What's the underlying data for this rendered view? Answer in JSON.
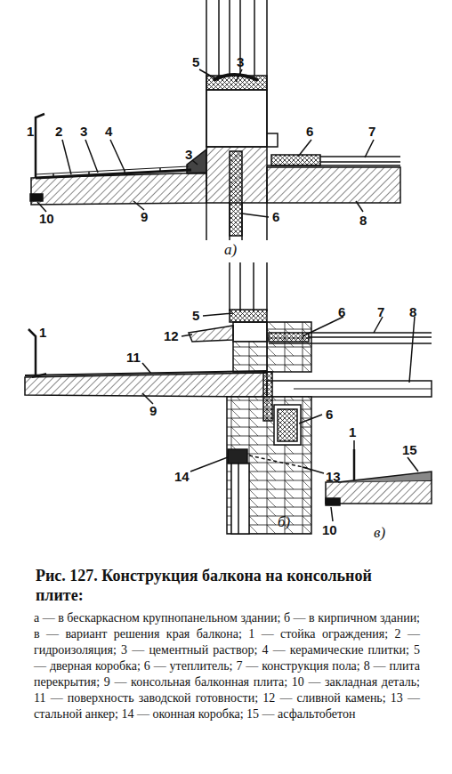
{
  "diagram": {
    "caption": "Рис. 127. Конструкция балкона на консольной плите:",
    "labels": [
      "5",
      "3",
      "1",
      "2",
      "3",
      "4",
      "3",
      "6",
      "7",
      "10",
      "9",
      "6",
      "8",
      "а)",
      "5",
      "12",
      "6",
      "7",
      "8",
      "1",
      "11",
      "9",
      "6",
      "14",
      "13",
      "б)",
      "1",
      "15",
      "10",
      "в)",
      "а — в бескаркасном крупнопанельном здании; б — в кирпичном здании; в — вариант решения края балкона; 1 — стойка ограждения; 2 — гидроизоляция; 3 — цементный раствор; 4 — керамические плитки; 5 — дверная коробка; 6 — утеплитель; 7 — конструкция пола; 8 — плита перекрытия; 9 — консольная балконная плита; 10 — закладная деталь; 11 — поверхность заводской готовности; 12 — сливной камень; 13 — стальной анкер; 14 — оконная коробка; 15 — асфальтобетон"
    ]
  }
}
